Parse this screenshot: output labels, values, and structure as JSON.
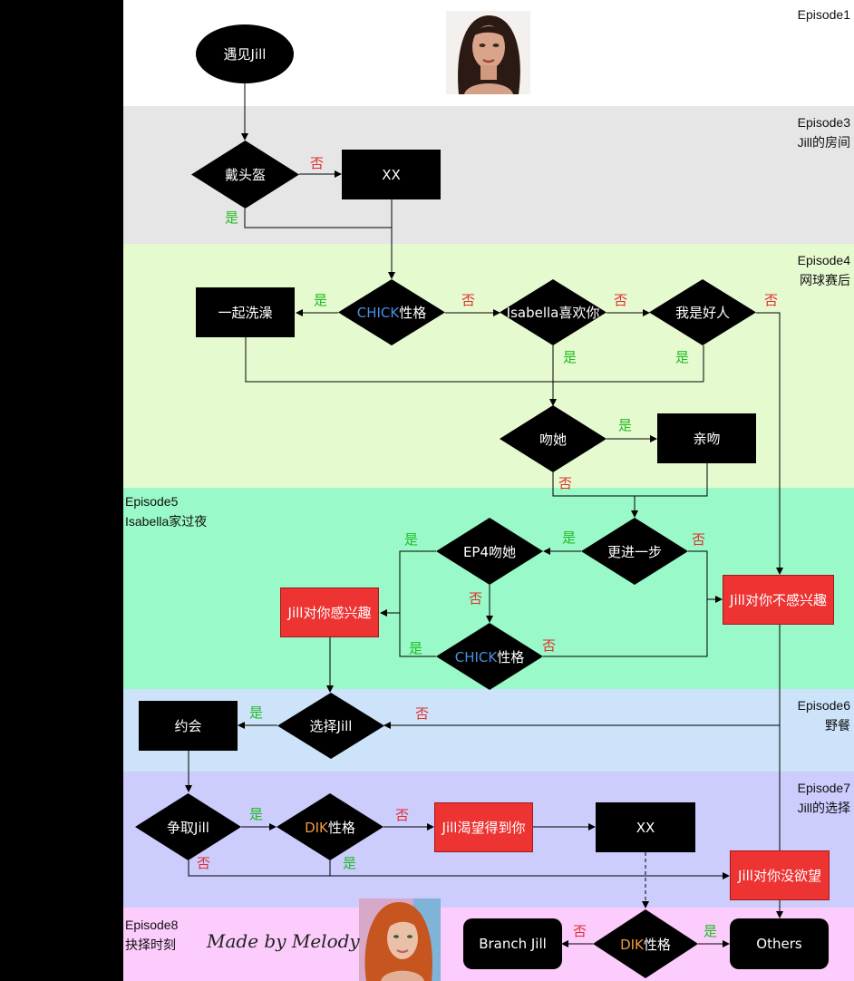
{
  "episodes": {
    "ep1": {
      "title": "Episode1"
    },
    "ep3": {
      "title": "Episode3",
      "subtitle": "Jill的房间"
    },
    "ep4": {
      "title": "Episode4",
      "subtitle": "网球赛后"
    },
    "ep5": {
      "title": "Episode5",
      "subtitle": "Isabella家过夜"
    },
    "ep6": {
      "title": "Episode6",
      "subtitle": "野餐"
    },
    "ep7": {
      "title": "Episode7",
      "subtitle": "Jill的选择"
    },
    "ep8": {
      "title": "Episode8",
      "subtitle": "抉择时刻"
    }
  },
  "band_colors": {
    "ep1": "#ffffff",
    "ep3": "#e6e6e6",
    "ep4": "#e6fad0",
    "ep5": "#99f9c8",
    "ep6": "#cce3f9",
    "ep7": "#ccccfd",
    "ep8": "#fccdfc"
  },
  "nodes": {
    "meet_jill": "遇见Jill",
    "helmet": "戴头盔",
    "xx1": "XX",
    "bath": "一起洗澡",
    "chick1_a": "CHICK",
    "chick1_b": "性格",
    "isabella_likes": "Isabella喜欢你",
    "good_guy": "我是好人",
    "kiss_her": "吻她",
    "kiss": "亲吻",
    "further": "更进一步",
    "ep4_kiss": "EP4吻她",
    "interested": "Jill对你感兴趣",
    "not_interested": "Jill对你不感兴趣",
    "chick2_a": "CHICK",
    "chick2_b": "性格",
    "choose_jill": "选择Jill",
    "date": "约会",
    "fight_jill": "争取Jill",
    "dik1_a": "DIK",
    "dik1_b": "性格",
    "jill_wants": "Jill渴望得到你",
    "xx2": "XX",
    "no_desire": "Jill对你没欲望",
    "branch_jill": "Branch Jill",
    "dik2_a": "DIK",
    "dik2_b": "性格",
    "others": "Others"
  },
  "labels": {
    "yes": "是",
    "no": "否"
  },
  "signature": "Made by Melody",
  "colors": {
    "yes": "#22bb22",
    "no": "#e03030",
    "chick": "#4a8fe0",
    "dik": "#f09a3e",
    "red_box": "#ee3333"
  }
}
